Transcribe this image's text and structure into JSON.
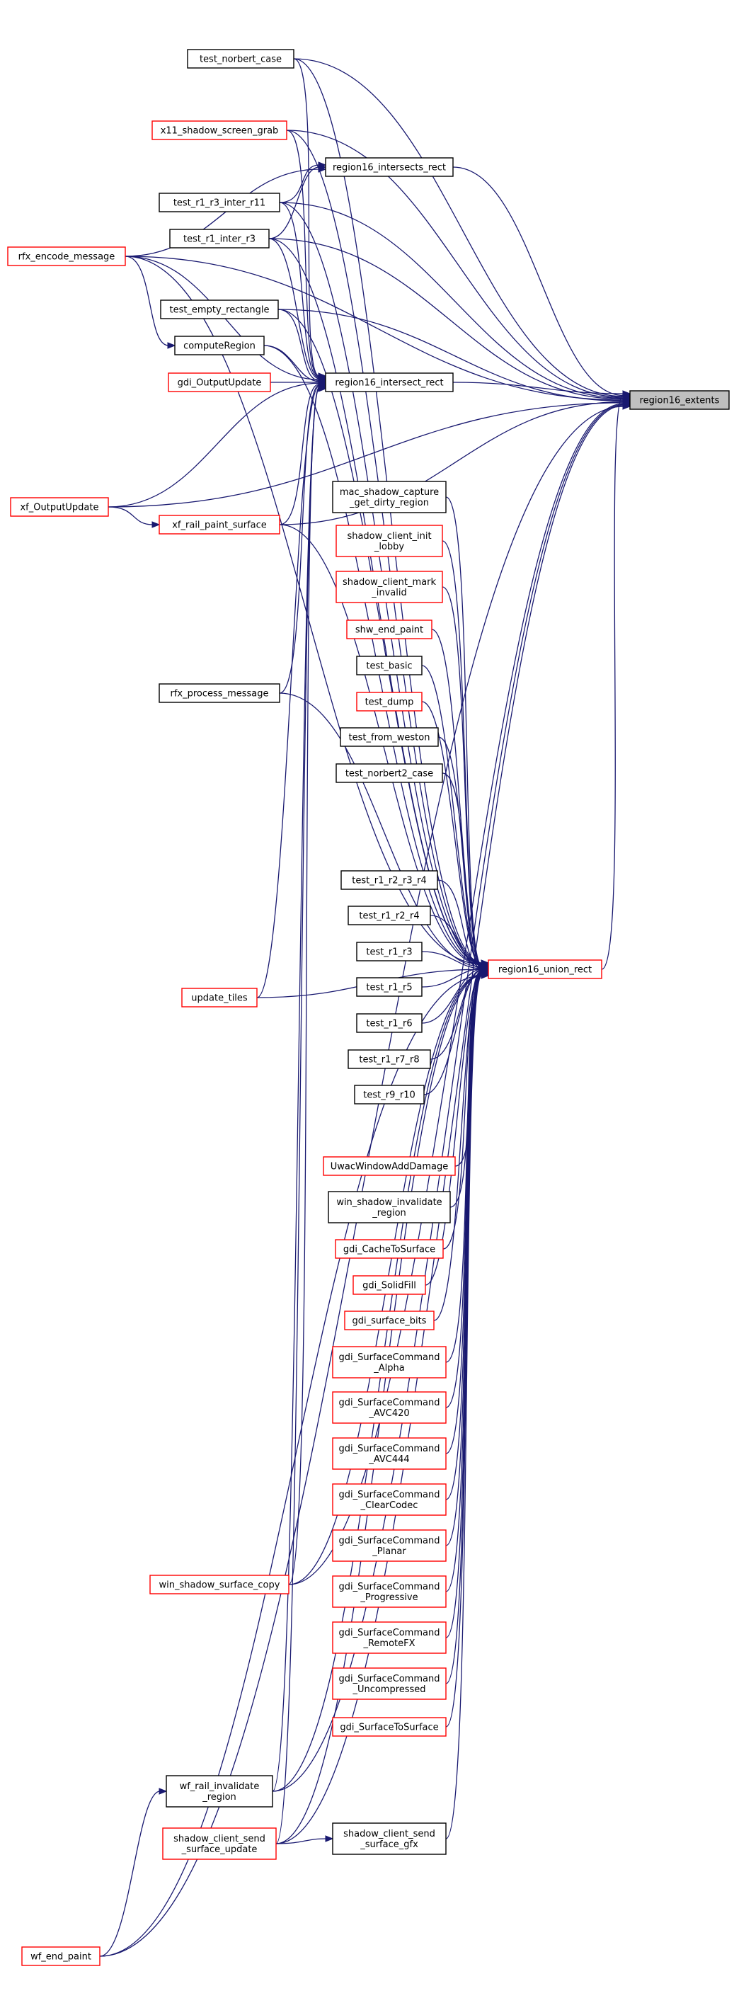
{
  "colors": {
    "edge": "#191970",
    "border_linked": "#ff0000",
    "border_plain": "#000000",
    "fill_focus": "#bfbfbf",
    "fill_node": "#ffffff"
  },
  "nodes": [
    {
      "id": "region16_extents",
      "lines": [
        "region16_extents"
      ],
      "style": "focus"
    },
    {
      "id": "region16_intersect_rect",
      "lines": [
        "region16_intersect_rect"
      ],
      "style": "plain"
    },
    {
      "id": "region16_union_rect",
      "lines": [
        "region16_union_rect"
      ],
      "style": "red"
    },
    {
      "id": "region16_intersects_rect",
      "lines": [
        "region16_intersects_rect"
      ],
      "style": "plain"
    },
    {
      "id": "test_norbert_case",
      "lines": [
        "test_norbert_case"
      ],
      "style": "plain"
    },
    {
      "id": "x11_shadow_screen_grab",
      "lines": [
        "x11_shadow_screen_grab"
      ],
      "style": "red"
    },
    {
      "id": "test_r1_r3_inter_r11",
      "lines": [
        "test_r1_r3_inter_r11"
      ],
      "style": "plain"
    },
    {
      "id": "test_r1_inter_r3",
      "lines": [
        "test_r1_inter_r3"
      ],
      "style": "plain"
    },
    {
      "id": "rfx_encode_message",
      "lines": [
        "rfx_encode_message"
      ],
      "style": "red"
    },
    {
      "id": "test_empty_rectangle",
      "lines": [
        "test_empty_rectangle"
      ],
      "style": "plain"
    },
    {
      "id": "computeRegion",
      "lines": [
        "computeRegion"
      ],
      "style": "plain"
    },
    {
      "id": "gdi_OutputUpdate",
      "lines": [
        "gdi_OutputUpdate"
      ],
      "style": "red"
    },
    {
      "id": "xf_OutputUpdate",
      "lines": [
        "xf_OutputUpdate"
      ],
      "style": "red"
    },
    {
      "id": "xf_rail_paint_surface",
      "lines": [
        "xf_rail_paint_surface"
      ],
      "style": "red"
    },
    {
      "id": "mac_shadow_capture",
      "lines": [
        "mac_shadow_capture",
        "_get_dirty_region"
      ],
      "style": "plain"
    },
    {
      "id": "shadow_client_init_lobby",
      "lines": [
        "shadow_client_init",
        "_lobby"
      ],
      "style": "red"
    },
    {
      "id": "shadow_client_mark_invalid",
      "lines": [
        "shadow_client_mark",
        "_invalid"
      ],
      "style": "red"
    },
    {
      "id": "shw_end_paint",
      "lines": [
        "shw_end_paint"
      ],
      "style": "red"
    },
    {
      "id": "test_basic",
      "lines": [
        "test_basic"
      ],
      "style": "plain"
    },
    {
      "id": "rfx_process_message",
      "lines": [
        "rfx_process_message"
      ],
      "style": "plain"
    },
    {
      "id": "test_dump",
      "lines": [
        "test_dump"
      ],
      "style": "red"
    },
    {
      "id": "test_from_weston",
      "lines": [
        "test_from_weston"
      ],
      "style": "plain"
    },
    {
      "id": "test_norbert2_case",
      "lines": [
        "test_norbert2_case"
      ],
      "style": "plain"
    },
    {
      "id": "test_r1_r2_r3_r4",
      "lines": [
        "test_r1_r2_r3_r4"
      ],
      "style": "plain"
    },
    {
      "id": "test_r1_r2_r4",
      "lines": [
        "test_r1_r2_r4"
      ],
      "style": "plain"
    },
    {
      "id": "test_r1_r3",
      "lines": [
        "test_r1_r3"
      ],
      "style": "plain"
    },
    {
      "id": "test_r1_r5",
      "lines": [
        "test_r1_r5"
      ],
      "style": "plain"
    },
    {
      "id": "test_r1_r6",
      "lines": [
        "test_r1_r6"
      ],
      "style": "plain"
    },
    {
      "id": "update_tiles",
      "lines": [
        "update_tiles"
      ],
      "style": "red"
    },
    {
      "id": "test_r1_r7_r8",
      "lines": [
        "test_r1_r7_r8"
      ],
      "style": "plain"
    },
    {
      "id": "test_r9_r10",
      "lines": [
        "test_r9_r10"
      ],
      "style": "plain"
    },
    {
      "id": "UwacWindowAddDamage",
      "lines": [
        "UwacWindowAddDamage"
      ],
      "style": "red"
    },
    {
      "id": "win_shadow_invalidate_region",
      "lines": [
        "win_shadow_invalidate",
        "_region"
      ],
      "style": "plain"
    },
    {
      "id": "gdi_CacheToSurface",
      "lines": [
        "gdi_CacheToSurface"
      ],
      "style": "red"
    },
    {
      "id": "gdi_SolidFill",
      "lines": [
        "gdi_SolidFill"
      ],
      "style": "red"
    },
    {
      "id": "gdi_surface_bits",
      "lines": [
        "gdi_surface_bits"
      ],
      "style": "red"
    },
    {
      "id": "gdi_SurfaceCommand_Alpha",
      "lines": [
        "gdi_SurfaceCommand",
        "_Alpha"
      ],
      "style": "red"
    },
    {
      "id": "gdi_SurfaceCommand_AVC420",
      "lines": [
        "gdi_SurfaceCommand",
        "_AVC420"
      ],
      "style": "red"
    },
    {
      "id": "gdi_SurfaceCommand_AVC444",
      "lines": [
        "gdi_SurfaceCommand",
        "_AVC444"
      ],
      "style": "red"
    },
    {
      "id": "gdi_SurfaceCommand_ClearCodec",
      "lines": [
        "gdi_SurfaceCommand",
        "_ClearCodec"
      ],
      "style": "red"
    },
    {
      "id": "gdi_SurfaceCommand_Planar",
      "lines": [
        "gdi_SurfaceCommand",
        "_Planar"
      ],
      "style": "red"
    },
    {
      "id": "gdi_SurfaceCommand_Progressive",
      "lines": [
        "gdi_SurfaceCommand",
        "_Progressive"
      ],
      "style": "red"
    },
    {
      "id": "gdi_SurfaceCommand_RemoteFX",
      "lines": [
        "gdi_SurfaceCommand",
        "_RemoteFX"
      ],
      "style": "red"
    },
    {
      "id": "win_shadow_surface_copy",
      "lines": [
        "win_shadow_surface_copy"
      ],
      "style": "red"
    },
    {
      "id": "gdi_SurfaceCommand_Uncompressed",
      "lines": [
        "gdi_SurfaceCommand",
        "_Uncompressed"
      ],
      "style": "red"
    },
    {
      "id": "gdi_SurfaceToSurface",
      "lines": [
        "gdi_SurfaceToSurface"
      ],
      "style": "red"
    },
    {
      "id": "wf_rail_invalidate_region",
      "lines": [
        "wf_rail_invalidate",
        "_region"
      ],
      "style": "plain"
    },
    {
      "id": "shadow_client_send_surface_update",
      "lines": [
        "shadow_client_send",
        "_surface_update"
      ],
      "style": "red"
    },
    {
      "id": "shadow_client_send_surface_gfx",
      "lines": [
        "shadow_client_send",
        "_surface_gfx"
      ],
      "style": "plain"
    },
    {
      "id": "wf_end_paint",
      "lines": [
        "wf_end_paint"
      ],
      "style": "red"
    }
  ],
  "edges": [
    {
      "from": "region16_intersect_rect",
      "to": "region16_extents"
    },
    {
      "from": "region16_union_rect",
      "to": "region16_extents"
    },
    {
      "from": "region16_intersects_rect",
      "to": "region16_extents"
    },
    {
      "from": "test_norbert_case",
      "to": "region16_extents"
    },
    {
      "from": "x11_shadow_screen_grab",
      "to": "region16_extents"
    },
    {
      "from": "test_r1_r3_inter_r11",
      "to": "region16_extents"
    },
    {
      "from": "test_r1_inter_r3",
      "to": "region16_extents"
    },
    {
      "from": "rfx_encode_message",
      "to": "region16_extents"
    },
    {
      "from": "test_empty_rectangle",
      "to": "region16_extents"
    },
    {
      "from": "xf_rail_paint_surface",
      "to": "region16_extents"
    },
    {
      "from": "xf_OutputUpdate",
      "to": "region16_extents"
    },
    {
      "from": "win_shadow_surface_copy",
      "to": "region16_extents"
    },
    {
      "from": "wf_rail_invalidate_region",
      "to": "region16_extents"
    },
    {
      "from": "shadow_client_send_surface_update",
      "to": "region16_extents"
    },
    {
      "from": "wf_end_paint",
      "to": "region16_extents"
    },
    {
      "from": "test_norbert_case",
      "to": "region16_intersect_rect"
    },
    {
      "from": "x11_shadow_screen_grab",
      "to": "region16_intersect_rect"
    },
    {
      "from": "test_r1_r3_inter_r11",
      "to": "region16_intersect_rect"
    },
    {
      "from": "test_r1_inter_r3",
      "to": "region16_intersect_rect"
    },
    {
      "from": "rfx_encode_message",
      "to": "region16_intersect_rect"
    },
    {
      "from": "test_empty_rectangle",
      "to": "region16_intersect_rect"
    },
    {
      "from": "computeRegion",
      "to": "region16_intersect_rect"
    },
    {
      "from": "gdi_OutputUpdate",
      "to": "region16_intersect_rect"
    },
    {
      "from": "xf_OutputUpdate",
      "to": "region16_intersect_rect"
    },
    {
      "from": "xf_rail_paint_surface",
      "to": "region16_intersect_rect"
    },
    {
      "from": "rfx_process_message",
      "to": "region16_intersect_rect"
    },
    {
      "from": "update_tiles",
      "to": "region16_intersect_rect"
    },
    {
      "from": "win_shadow_surface_copy",
      "to": "region16_intersect_rect"
    },
    {
      "from": "wf_rail_invalidate_region",
      "to": "region16_intersect_rect"
    },
    {
      "from": "shadow_client_send_surface_update",
      "to": "region16_intersect_rect"
    },
    {
      "from": "test_r1_r3_inter_r11",
      "to": "region16_intersects_rect"
    },
    {
      "from": "test_r1_inter_r3",
      "to": "region16_intersects_rect"
    },
    {
      "from": "rfx_encode_message",
      "to": "region16_intersects_rect"
    },
    {
      "from": "rfx_encode_message",
      "to": "computeRegion"
    },
    {
      "from": "xf_OutputUpdate",
      "to": "xf_rail_paint_surface"
    },
    {
      "from": "wf_end_paint",
      "to": "wf_rail_invalidate_region"
    },
    {
      "from": "shadow_client_send_surface_update",
      "to": "shadow_client_send_surface_gfx"
    },
    {
      "from": "test_norbert_case",
      "to": "region16_union_rect"
    },
    {
      "from": "x11_shadow_screen_grab",
      "to": "region16_union_rect"
    },
    {
      "from": "test_r1_r3_inter_r11",
      "to": "region16_union_rect"
    },
    {
      "from": "test_r1_inter_r3",
      "to": "region16_union_rect"
    },
    {
      "from": "test_empty_rectangle",
      "to": "region16_union_rect"
    },
    {
      "from": "rfx_encode_message",
      "to": "region16_union_rect"
    },
    {
      "from": "computeRegion",
      "to": "region16_union_rect"
    },
    {
      "from": "xf_rail_paint_surface",
      "to": "region16_union_rect"
    },
    {
      "from": "mac_shadow_capture",
      "to": "region16_union_rect"
    },
    {
      "from": "shadow_client_init_lobby",
      "to": "region16_union_rect"
    },
    {
      "from": "shadow_client_mark_invalid",
      "to": "region16_union_rect"
    },
    {
      "from": "shw_end_paint",
      "to": "region16_union_rect"
    },
    {
      "from": "test_basic",
      "to": "region16_union_rect"
    },
    {
      "from": "rfx_process_message",
      "to": "region16_union_rect"
    },
    {
      "from": "test_dump",
      "to": "region16_union_rect"
    },
    {
      "from": "test_from_weston",
      "to": "region16_union_rect"
    },
    {
      "from": "test_norbert2_case",
      "to": "region16_union_rect"
    },
    {
      "from": "test_r1_r2_r3_r4",
      "to": "region16_union_rect"
    },
    {
      "from": "test_r1_r2_r4",
      "to": "region16_union_rect"
    },
    {
      "from": "test_r1_r3",
      "to": "region16_union_rect"
    },
    {
      "from": "test_r1_r5",
      "to": "region16_union_rect"
    },
    {
      "from": "test_r1_r6",
      "to": "region16_union_rect"
    },
    {
      "from": "update_tiles",
      "to": "region16_union_rect"
    },
    {
      "from": "test_r1_r7_r8",
      "to": "region16_union_rect"
    },
    {
      "from": "test_r9_r10",
      "to": "region16_union_rect"
    },
    {
      "from": "UwacWindowAddDamage",
      "to": "region16_union_rect"
    },
    {
      "from": "win_shadow_invalidate_region",
      "to": "region16_union_rect"
    },
    {
      "from": "gdi_CacheToSurface",
      "to": "region16_union_rect"
    },
    {
      "from": "gdi_SolidFill",
      "to": "region16_union_rect"
    },
    {
      "from": "gdi_surface_bits",
      "to": "region16_union_rect"
    },
    {
      "from": "gdi_SurfaceCommand_Alpha",
      "to": "region16_union_rect"
    },
    {
      "from": "gdi_SurfaceCommand_AVC420",
      "to": "region16_union_rect"
    },
    {
      "from": "gdi_SurfaceCommand_AVC444",
      "to": "region16_union_rect"
    },
    {
      "from": "gdi_SurfaceCommand_ClearCodec",
      "to": "region16_union_rect"
    },
    {
      "from": "gdi_SurfaceCommand_Planar",
      "to": "region16_union_rect"
    },
    {
      "from": "gdi_SurfaceCommand_Progressive",
      "to": "region16_union_rect"
    },
    {
      "from": "gdi_SurfaceCommand_RemoteFX",
      "to": "region16_union_rect"
    },
    {
      "from": "gdi_SurfaceCommand_Uncompressed",
      "to": "region16_union_rect"
    },
    {
      "from": "gdi_SurfaceToSurface",
      "to": "region16_union_rect"
    },
    {
      "from": "win_shadow_surface_copy",
      "to": "region16_union_rect"
    },
    {
      "from": "wf_rail_invalidate_region",
      "to": "region16_union_rect"
    },
    {
      "from": "shadow_client_send_surface_gfx",
      "to": "region16_union_rect"
    },
    {
      "from": "shadow_client_send_surface_update",
      "to": "region16_union_rect"
    },
    {
      "from": "wf_end_paint",
      "to": "region16_union_rect"
    }
  ]
}
